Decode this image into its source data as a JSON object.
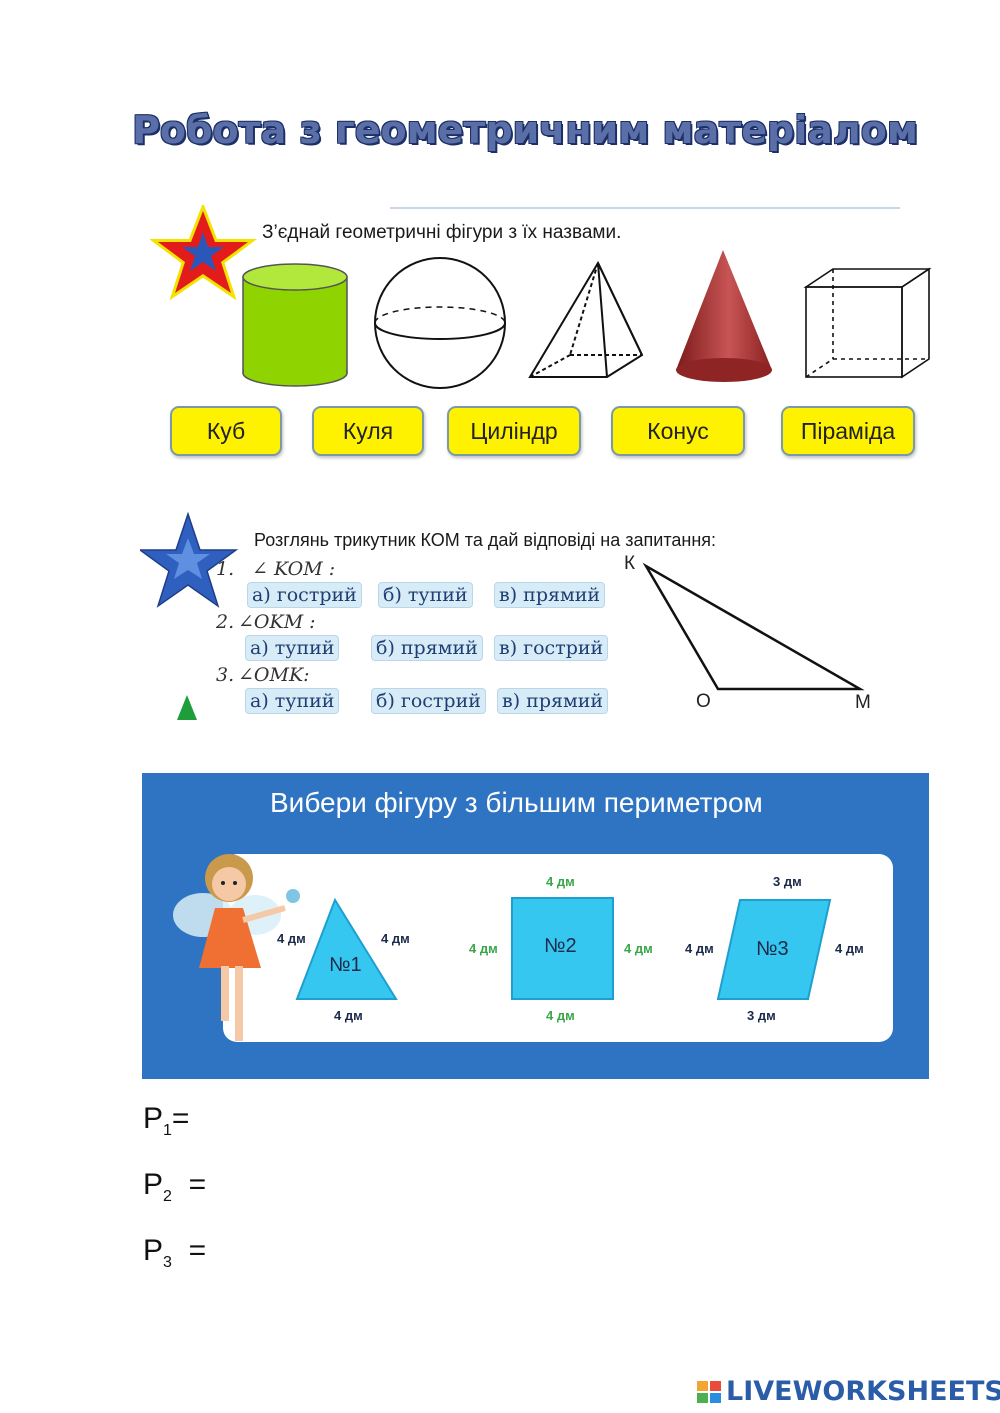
{
  "title": "Робота з геометричним матеріалом",
  "task1": {
    "instruction": "З’єднай геометричні фігури з їх назвами.",
    "names": [
      "Куб",
      "Куля",
      "Циліндр",
      "Конус",
      "Піраміда"
    ],
    "shapes": [
      "cylinder",
      "sphere",
      "pyramid",
      "cone",
      "cube"
    ]
  },
  "task2": {
    "instruction": "Розглянь трикутник КОМ та дай відповіді на запитання:",
    "questions": [
      {
        "num": "1.",
        "angle": "∠ KOM  :",
        "options": [
          "а) гострий",
          "б) тупий",
          "в) прямий"
        ]
      },
      {
        "num": "2.",
        "angle": "∠OKM :",
        "options": [
          "а) тупий",
          "б) прямий",
          "в) гострий"
        ]
      },
      {
        "num": "3.",
        "angle": "∠OMK:",
        "options": [
          "а) тупий",
          "б) гострий",
          "в) прямий"
        ]
      }
    ],
    "vertices": {
      "k": "К",
      "o": "О",
      "m": "М"
    }
  },
  "task3": {
    "instruction": "Вибери фігуру з більшим периметром",
    "figures": [
      {
        "label": "№1",
        "sides": [
          "4 дм",
          "4 дм",
          "4 дм"
        ]
      },
      {
        "label": "№2",
        "sides": [
          "4 дм",
          "4 дм",
          "4 дм",
          "4 дм"
        ]
      },
      {
        "label": "№3",
        "sides": [
          "3 дм",
          "4 дм",
          "4 дм",
          "3 дм"
        ]
      }
    ]
  },
  "perimeters": [
    {
      "p": "P",
      "sub": "1",
      "eq": "="
    },
    {
      "p": "P",
      "sub": "2",
      "eq": "="
    },
    {
      "p": "P",
      "sub": "3",
      "eq": "="
    }
  ],
  "logo": "LIVEWORKSHEETS",
  "colors": {
    "task3_bg": "#2f74c3",
    "button": "#fff200",
    "option_bg": "#d7ecf7"
  }
}
